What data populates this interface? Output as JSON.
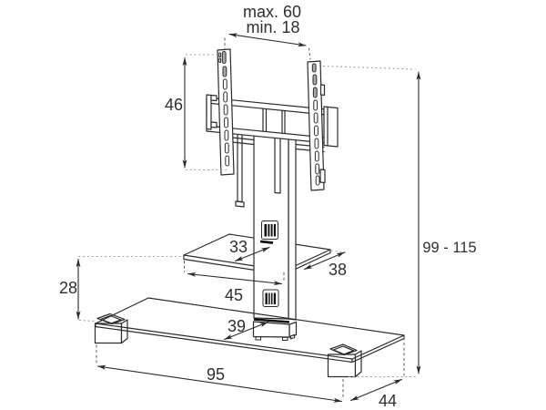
{
  "figure": {
    "kind": "TV stand technical dimension drawing",
    "background_color": "#ffffff",
    "line_color": "#2b2b2b",
    "text_color": "#2f2f2f",
    "guide_line_color": "#9a9a9a"
  },
  "dimensions": {
    "tv_mount_width_max": "max. 60",
    "tv_mount_width_min": "min. 18",
    "bracket_height": "46",
    "total_height_range": "99 - 115",
    "shelf_front_depth": "33",
    "shelf_total_depth": "38",
    "shelf_width": "45",
    "shelf_height_above_base": "28",
    "column_base_depth": "39",
    "base_width": "95",
    "base_depth": "44"
  }
}
